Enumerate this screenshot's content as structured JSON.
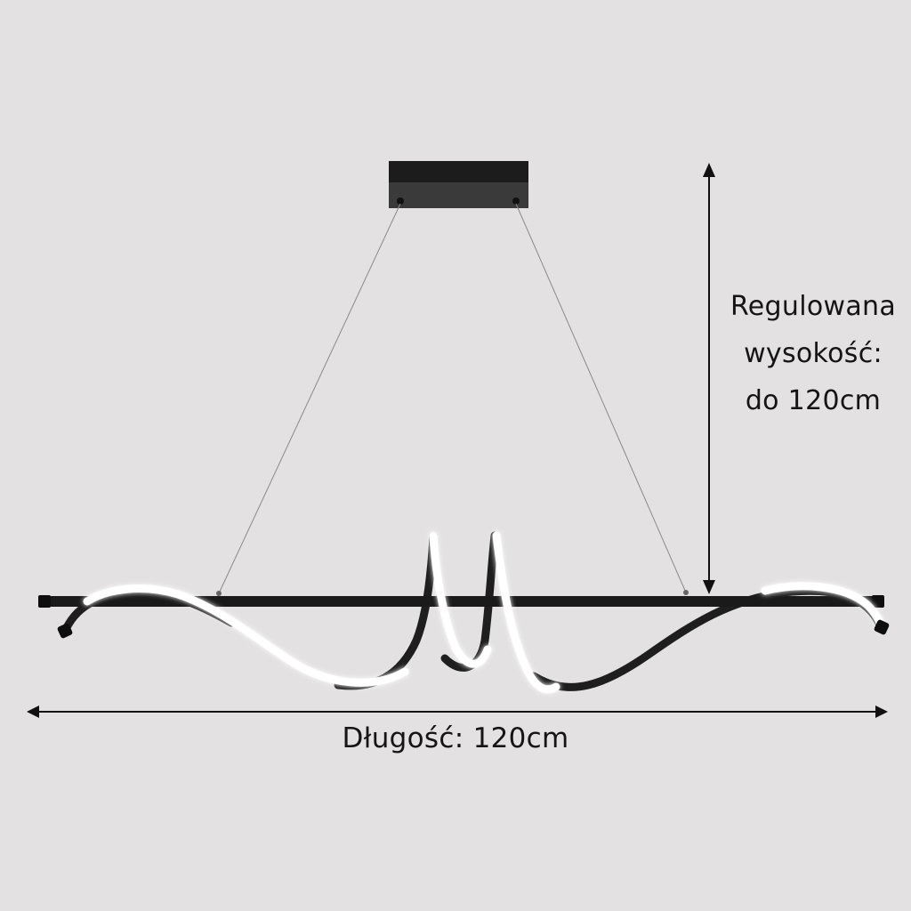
{
  "product": {
    "type": "LED pendant lamp",
    "colors": {
      "background": "#e3e1e2",
      "frame": "#1a1a1a",
      "led_glow": "#ffffff",
      "text": "#151515"
    }
  },
  "annotations": {
    "height": {
      "line1": "Regulowana",
      "line2": "wysokość:",
      "line3": "do 120cm"
    },
    "length": {
      "text": "Długość: 120cm"
    }
  },
  "icons": {
    "height_arrow": "double-headed-vertical-arrow",
    "length_arrow": "double-headed-horizontal-arrow"
  }
}
